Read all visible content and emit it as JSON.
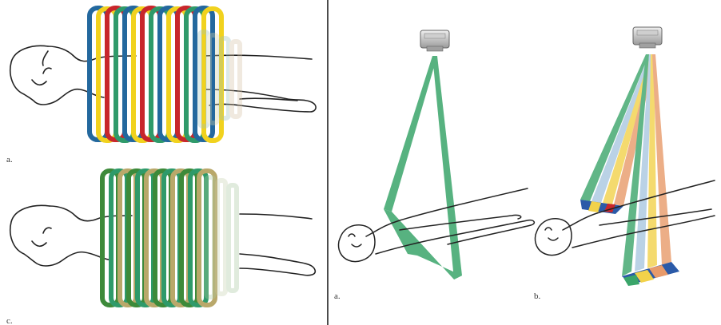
{
  "labels": {
    "top_left": "a.",
    "bottom_left": "c.",
    "right_a": "a.",
    "right_b": "b."
  },
  "colors": {
    "ring_red": "#c8262b",
    "ring_yellow": "#f1d21e",
    "ring_blue": "#23689e",
    "ring_green": "#2f9a6a",
    "ring_dark_green": "#3d8a3a",
    "ring_tan": "#b9a86a",
    "beam_green": "#3aa56a",
    "beam_orange": "#e89a6a",
    "beam_yellow": "#f2d24a",
    "beam_light_blue": "#a9c8e0",
    "outline": "#222222"
  },
  "icons": [
    "x-ray-tube-icon",
    "x-ray-tube-icon"
  ]
}
